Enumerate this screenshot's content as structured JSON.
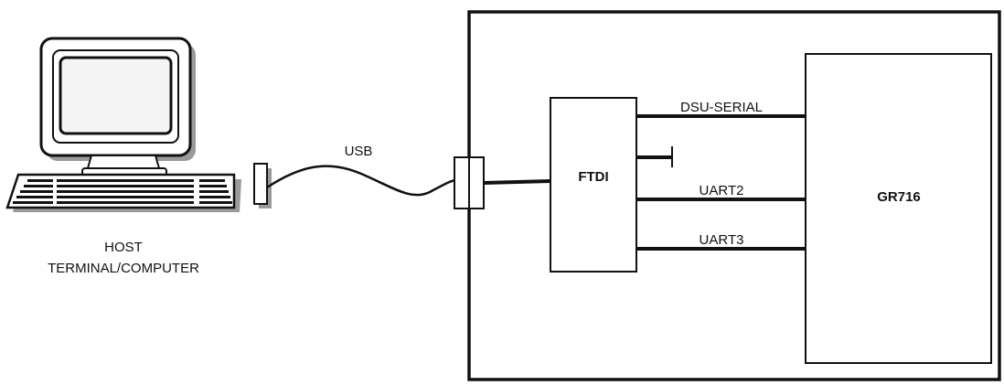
{
  "host": {
    "label_line1": "HOST",
    "label_line2": "TERMINAL/COMPUTER",
    "icon": "desktop-computer-icon"
  },
  "cable": {
    "label": "USB"
  },
  "board": {
    "ftdi_label": "FTDI",
    "chip_label": "GR716",
    "signals": [
      "DSU-SERIAL",
      "UART2",
      "UART3"
    ]
  },
  "colors": {
    "line": "#111111",
    "background": "#ffffff",
    "screen_fill": "#f4f4f4",
    "shadow": "#9a9a9a"
  }
}
